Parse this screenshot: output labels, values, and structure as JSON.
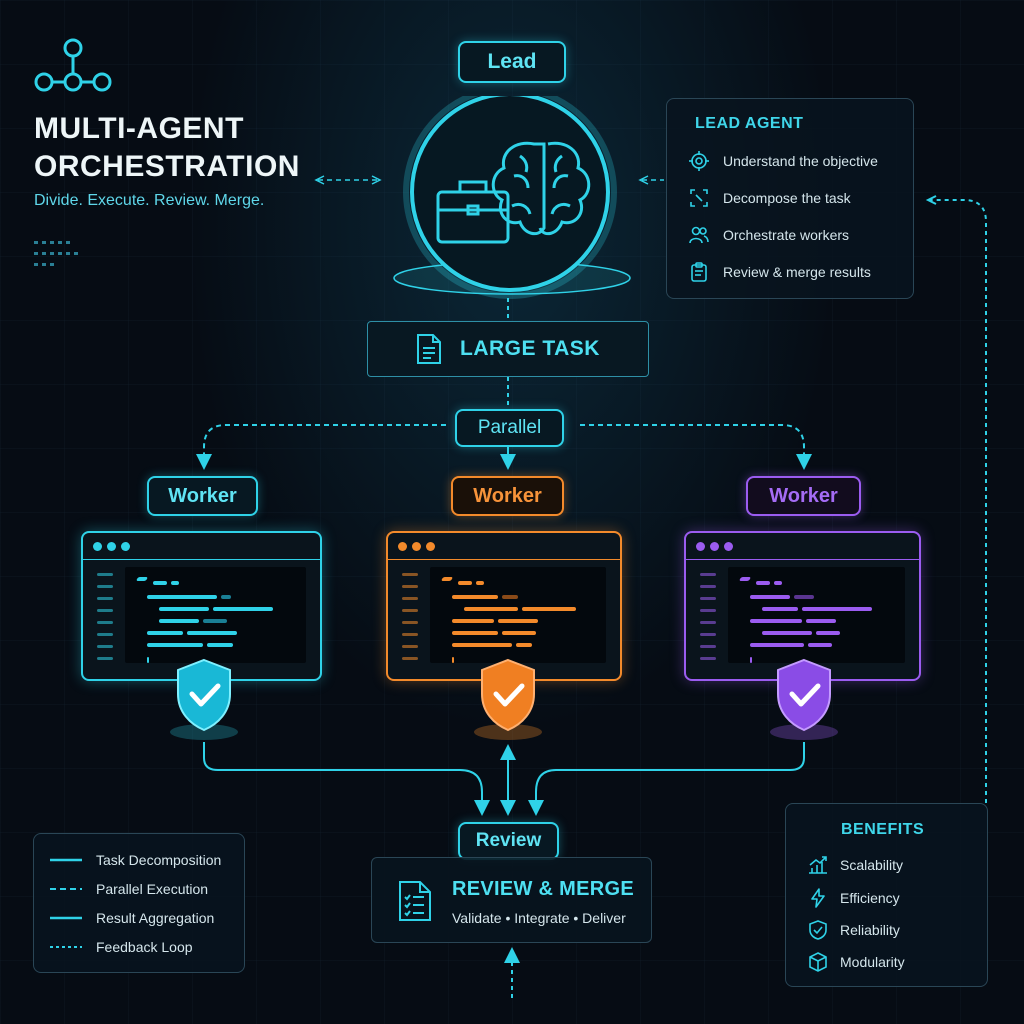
{
  "header": {
    "title_line1": "MULTI-AGENT",
    "title_line2": "ORCHESTRATION",
    "subtitle": "Divide. Execute. Review. Merge."
  },
  "lead": {
    "label": "Lead",
    "panel_title": "LEAD AGENT",
    "items": [
      {
        "icon": "target-icon",
        "label": "Understand the objective"
      },
      {
        "icon": "decompose-icon",
        "label": "Decompose the task"
      },
      {
        "icon": "users-icon",
        "label": "Orchestrate workers"
      },
      {
        "icon": "clipboard-icon",
        "label": "Review & merge results"
      }
    ]
  },
  "task": {
    "label": "LARGE TASK",
    "icon": "document-icon"
  },
  "parallel": {
    "label": "Parallel"
  },
  "workers": [
    {
      "label": "Worker",
      "color": "#2fd2e8"
    },
    {
      "label": "Worker",
      "color": "#f38a2b"
    },
    {
      "label": "Worker",
      "color": "#9b5cf0"
    }
  ],
  "review": {
    "label": "Review",
    "title": "REVIEW & MERGE",
    "subtitle": "Validate • Integrate • Deliver",
    "icon": "checklist-icon"
  },
  "legend": {
    "items": [
      {
        "label": "Task Decomposition",
        "style": "solid"
      },
      {
        "label": "Parallel Execution",
        "style": "dashed"
      },
      {
        "label": "Result Aggregation",
        "style": "solid"
      },
      {
        "label": "Feedback Loop",
        "style": "dotted"
      }
    ]
  },
  "benefits": {
    "title": "BENEFITS",
    "items": [
      {
        "icon": "chart-up-icon",
        "label": "Scalability"
      },
      {
        "icon": "bolt-icon",
        "label": "Efficiency"
      },
      {
        "icon": "shield-check-icon",
        "label": "Reliability"
      },
      {
        "icon": "cube-icon",
        "label": "Modularity"
      }
    ]
  },
  "colors": {
    "accent": "#2fd2e8",
    "orange": "#f38a2b",
    "purple": "#9b5cf0",
    "background": "#060c14"
  }
}
